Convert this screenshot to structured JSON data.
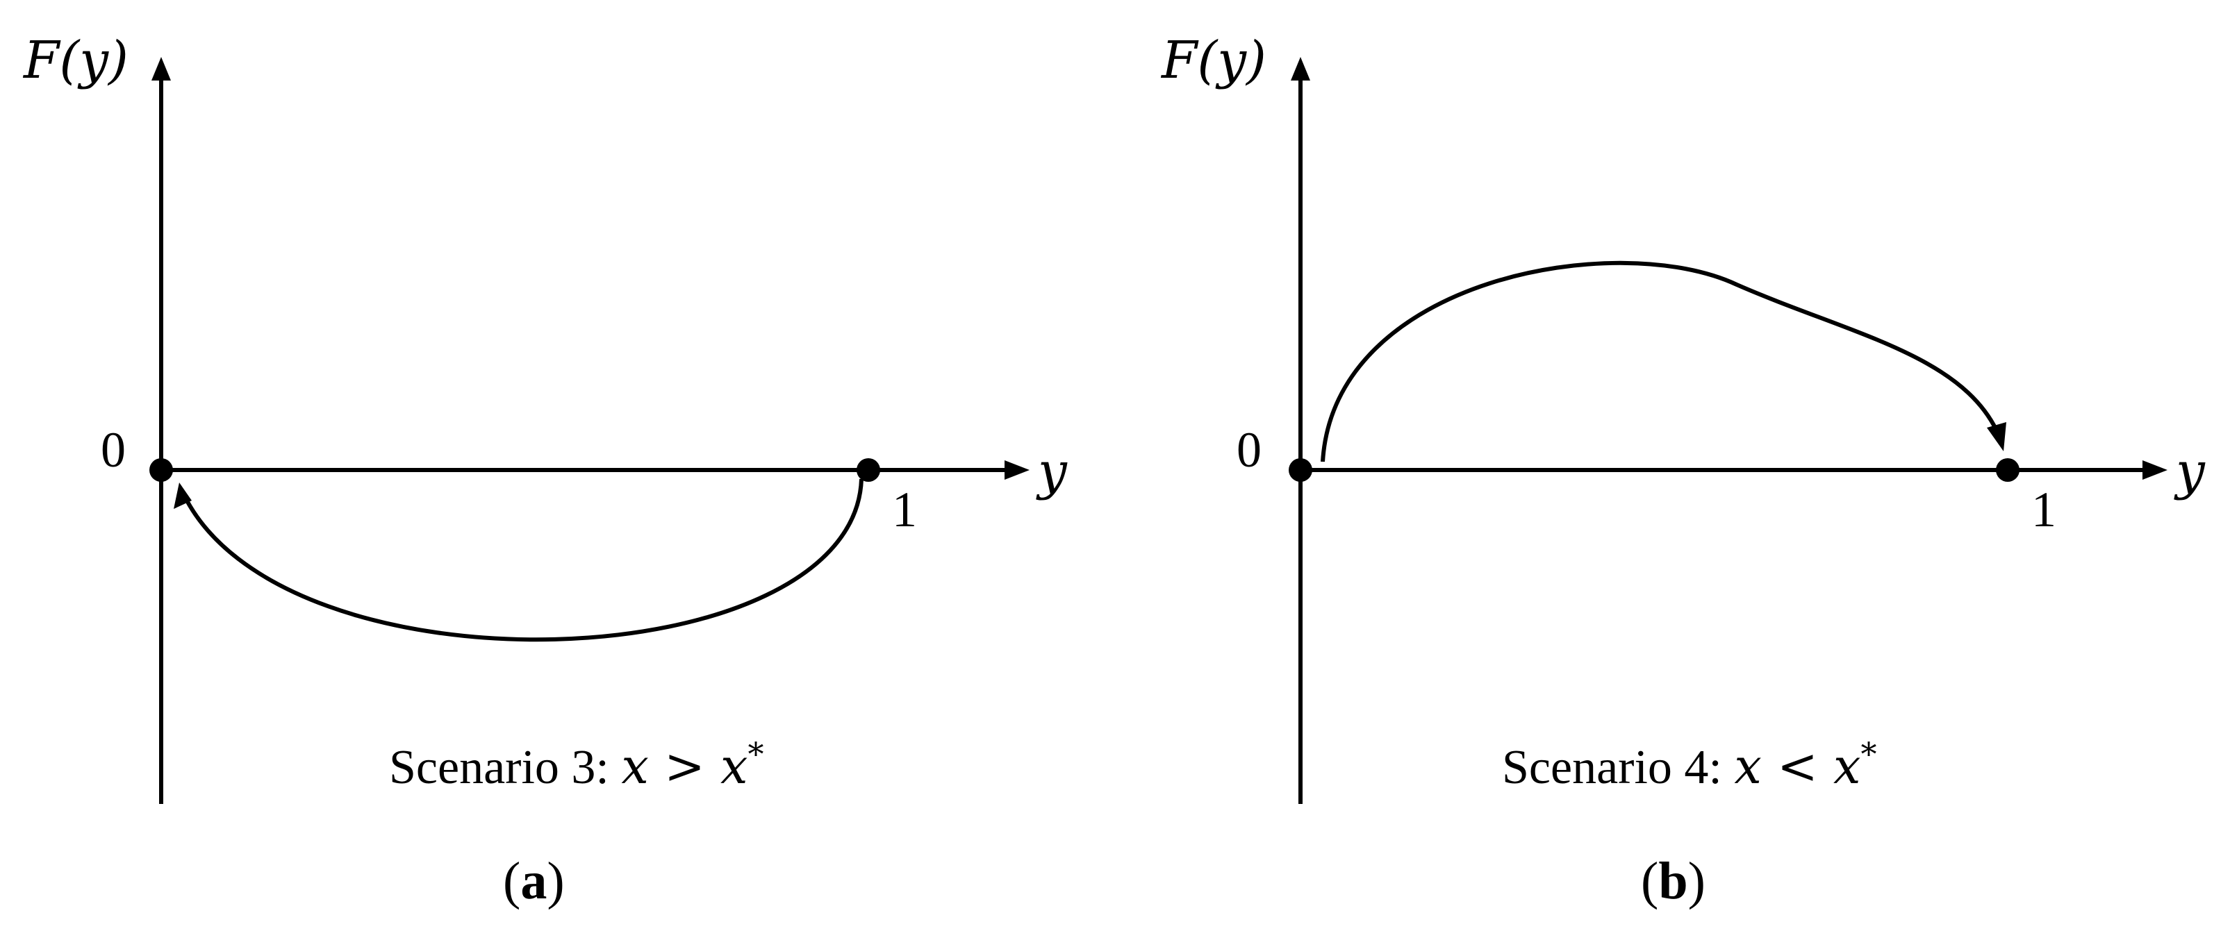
{
  "panels": [
    {
      "ylabel": "F(y)",
      "xlabel": "y",
      "origin_label": "0",
      "one_label": "1",
      "caption_prefix": "Scenario 3: ",
      "caption_math": "x > x",
      "caption_sup": "*",
      "panel_label": "a"
    },
    {
      "ylabel": "F(y)",
      "xlabel": "y",
      "origin_label": "0",
      "one_label": "1",
      "caption_prefix": "Scenario 4: ",
      "caption_math": "x < x",
      "caption_sup": "*",
      "panel_label": "b"
    }
  ],
  "colors": {
    "ink": "#000000",
    "background": "#ffffff"
  }
}
